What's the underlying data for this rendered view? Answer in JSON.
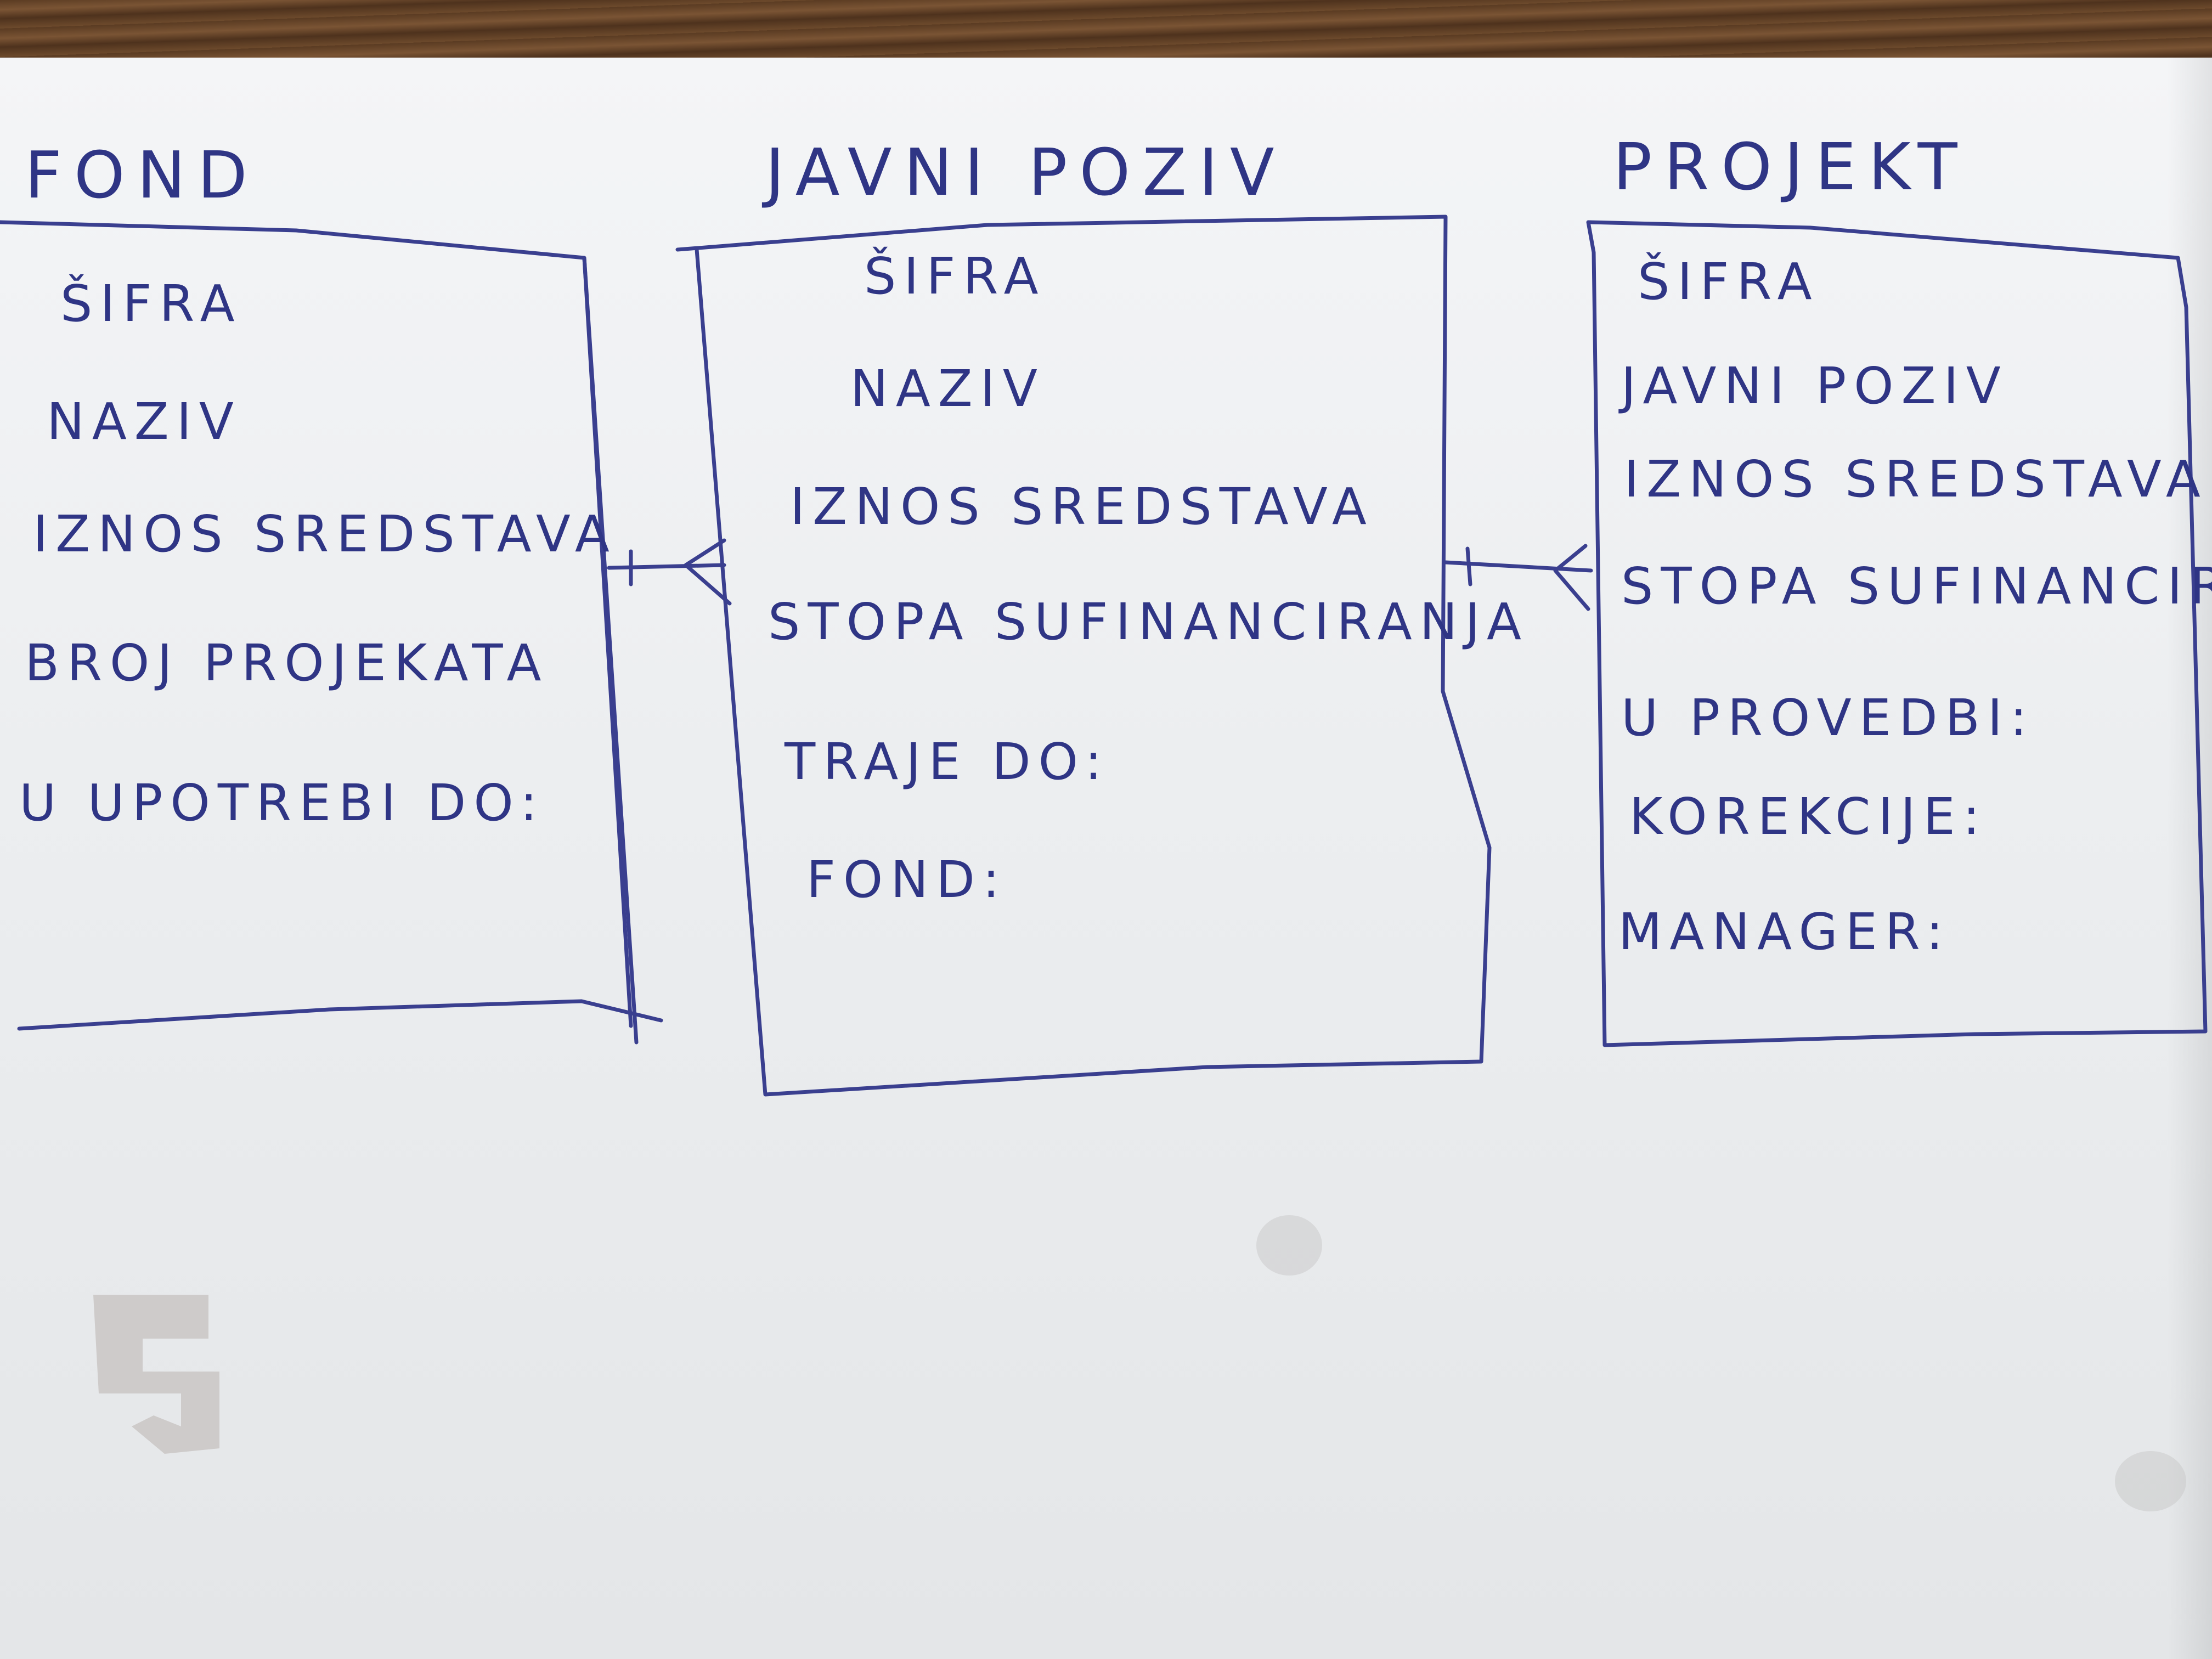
{
  "diagram": {
    "entities": [
      {
        "id": "fond",
        "title": "FOND",
        "attributes": [
          "ŠIFRA",
          "NAZIV",
          "IZNOS SREDSTAVA",
          "BROJ PROJEKATA",
          "U UPOTREBI DO:"
        ]
      },
      {
        "id": "javni-poziv",
        "title": "JAVNI POZIV",
        "attributes": [
          "ŠIFRA",
          "NAZIV",
          "IZNOS SREDSTAVA",
          "STOPA SUFINANCIRANJA",
          "TRAJE DO:",
          "FOND:"
        ]
      },
      {
        "id": "projekt",
        "title": "PROJEKT",
        "attributes": [
          "ŠIFRA",
          "JAVNI POZIV",
          "IZNOS SREDSTAVA:",
          "STOPA SUFINANCIRANJA:",
          "U PROVEDBI:",
          "KOREKCIJE:",
          "MANAGER:"
        ]
      }
    ],
    "relationships": [
      {
        "from": "fond",
        "to": "javni-poziv",
        "from_end": "one",
        "to_end": "many"
      },
      {
        "from": "javni-poziv",
        "to": "projekt",
        "from_end": "one",
        "to_end": "many"
      }
    ],
    "colors": {
      "ink": "#2f3585",
      "paper": "#eef0f2",
      "table": "#6b4a2e"
    }
  }
}
